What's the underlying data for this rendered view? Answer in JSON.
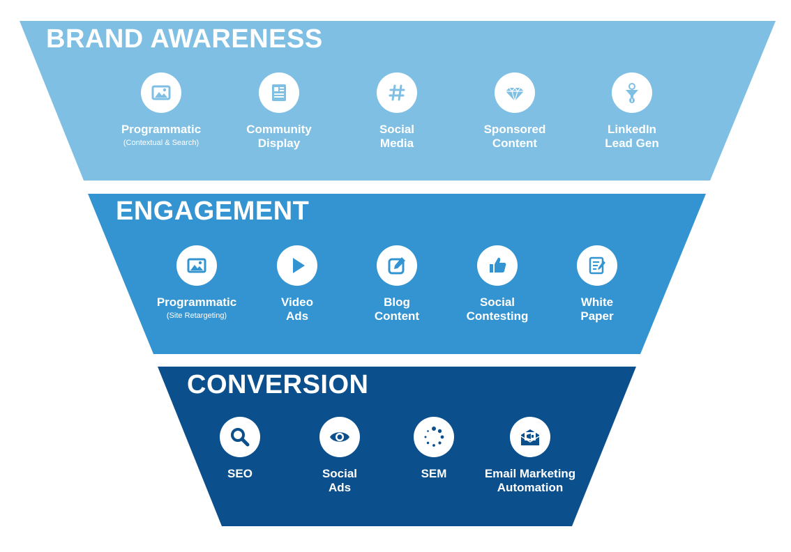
{
  "colors": {
    "tier1": "#7fbfe3",
    "tier2": "#3394d1",
    "tier3": "#0b4f8c",
    "text": "#ffffff"
  },
  "tiers": [
    {
      "title": "BRAND AWARENESS",
      "items": [
        {
          "icon": "image-icon",
          "label": "Programmatic",
          "sub": "(Contextual & Search)"
        },
        {
          "icon": "newspaper-icon",
          "label": "Community\nDisplay"
        },
        {
          "icon": "hashtag-icon",
          "label": "Social\nMedia"
        },
        {
          "icon": "diamond-icon",
          "label": "Sponsored\nContent"
        },
        {
          "icon": "funnel-icon",
          "label": "LinkedIn\nLead Gen"
        }
      ]
    },
    {
      "title": "ENGAGEMENT",
      "items": [
        {
          "icon": "image-icon",
          "label": "Programmatic",
          "sub": "(Site Retargeting)"
        },
        {
          "icon": "play-icon",
          "label": "Video\nAds"
        },
        {
          "icon": "edit-icon",
          "label": "Blog\nContent"
        },
        {
          "icon": "thumbs-up-icon",
          "label": "Social\nContesting"
        },
        {
          "icon": "document-icon",
          "label": "White\nPaper"
        }
      ]
    },
    {
      "title": "CONVERSION",
      "items": [
        {
          "icon": "search-icon",
          "label": "SEO"
        },
        {
          "icon": "eye-icon",
          "label": "Social\nAds"
        },
        {
          "icon": "loading-icon",
          "label": "SEM"
        },
        {
          "icon": "email-icon",
          "label": "Email Marketing\nAutomation"
        }
      ]
    }
  ]
}
